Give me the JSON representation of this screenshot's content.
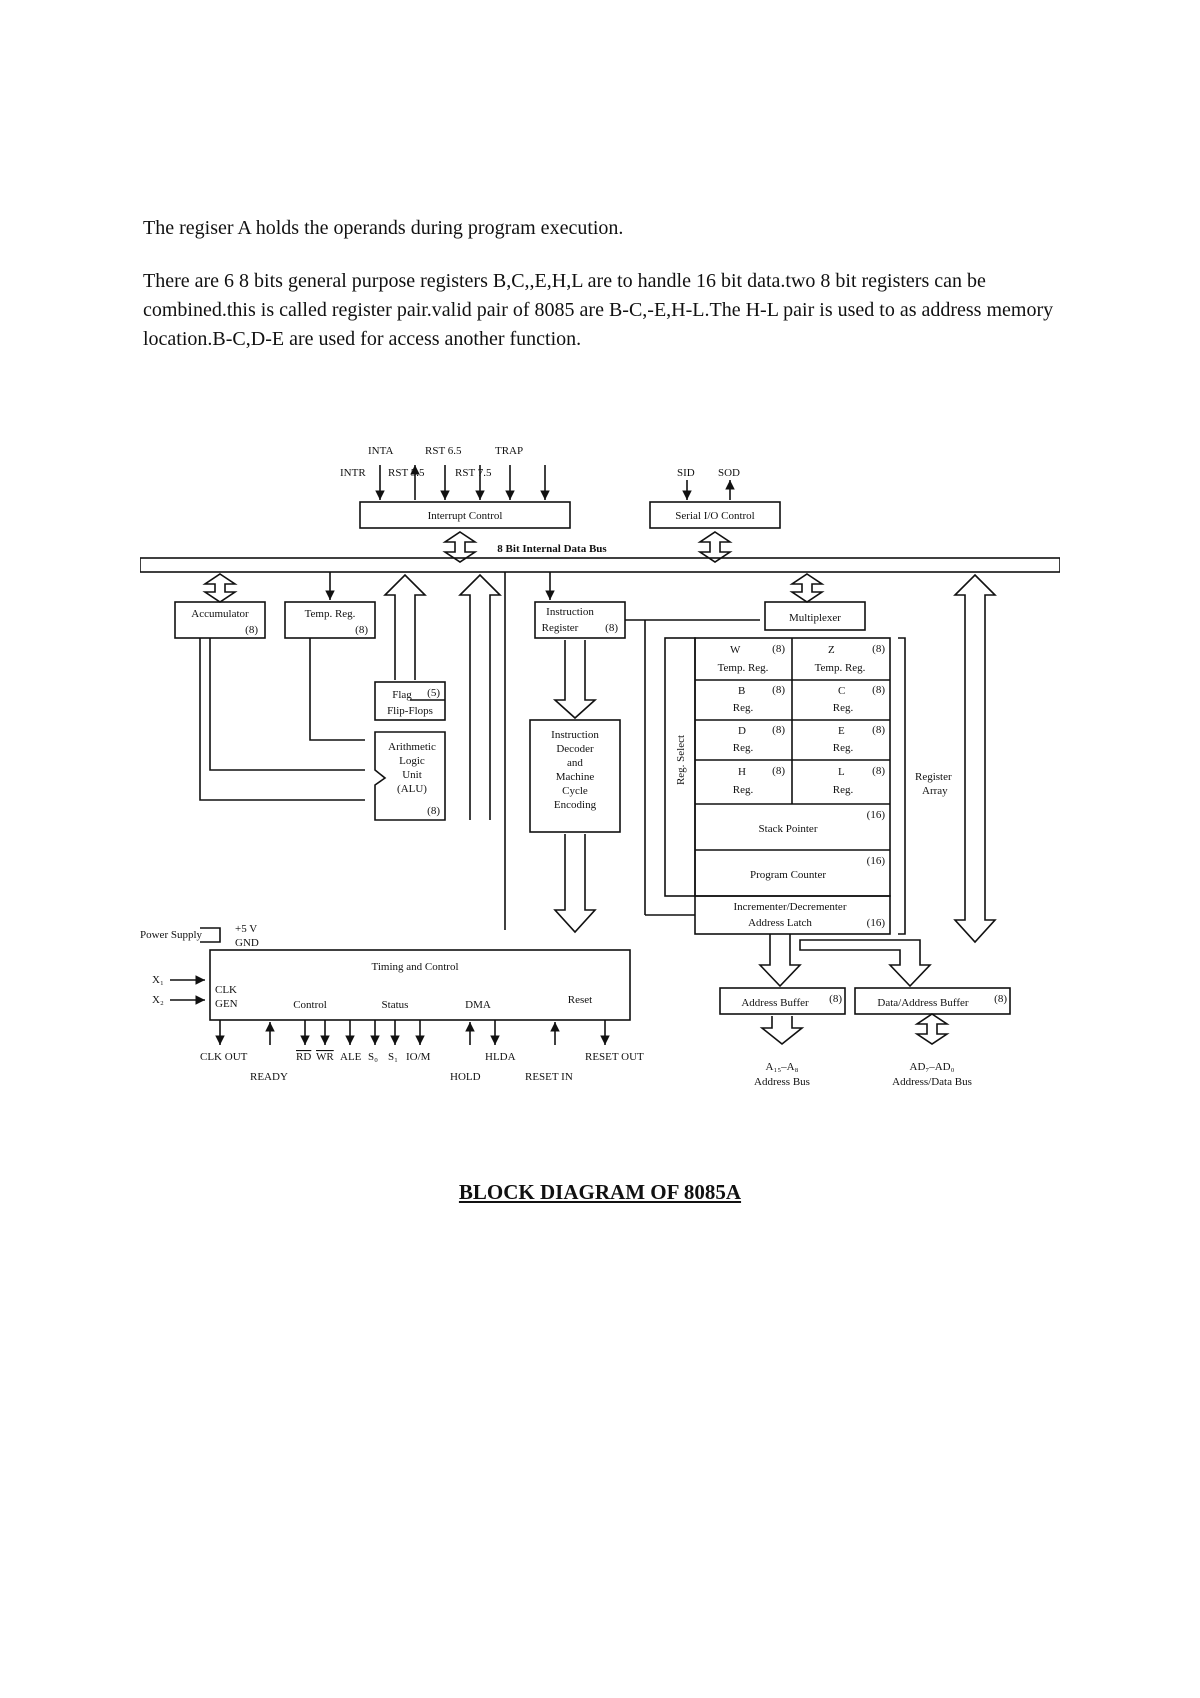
{
  "text": {
    "p1": "The regiser A holds the operands during program execution.",
    "p2": "There are 6 8 bits general purpose registers B,C,,E,H,L are to handle 16 bit data.two 8 bit registers can be combined.this is called register pair.valid pair of 8085 are B-C,-E,H-L.The H-L pair is used to as address memory location.B-C,D-E are used for access another function.",
    "caption": "BLOCK DIAGRAM OF 8085A"
  },
  "diagram": {
    "interrupt_inputs": [
      "INTA",
      "RST 6.5",
      "TRAP",
      "INTR",
      "RST 5.5",
      "RST 7.5"
    ],
    "serial_inputs": [
      "SID",
      "SOD"
    ],
    "interrupt_control": "Interrupt Control",
    "serial_control": "Serial I/O Control",
    "bus_label": "8 Bit Internal Data Bus",
    "accumulator": "Accumulator",
    "accumulator_bits": "(8)",
    "temp_reg": "Temp. Reg.",
    "temp_reg_bits": "(8)",
    "instruction_register_1": "Instruction",
    "instruction_register_2": "Register",
    "instruction_register_bits": "(8)",
    "multiplexer": "Multiplexer",
    "flag_1": "Flag",
    "flag_2": "Flip-Flops",
    "flag_bits": "(5)",
    "alu_1": "Arithmetic",
    "alu_2": "Logic",
    "alu_3": "Unit",
    "alu_4": "(ALU)",
    "alu_bits": "(8)",
    "decoder_1": "Instruction",
    "decoder_2": "Decoder",
    "decoder_3": "and",
    "decoder_4": "Machine",
    "decoder_5": "Cycle",
    "decoder_6": "Encoding",
    "reg_select": "Reg. Select",
    "regs": [
      {
        "name": "W",
        "label": "Temp. Reg.",
        "bits": "(8)"
      },
      {
        "name": "Z",
        "label": "Temp. Reg.",
        "bits": "(8)"
      },
      {
        "name": "B",
        "label": "Reg.",
        "bits": "(8)"
      },
      {
        "name": "C",
        "label": "Reg.",
        "bits": "(8)"
      },
      {
        "name": "D",
        "label": "Reg.",
        "bits": "(8)"
      },
      {
        "name": "E",
        "label": "Reg.",
        "bits": "(8)"
      },
      {
        "name": "H",
        "label": "Reg.",
        "bits": "(8)"
      },
      {
        "name": "L",
        "label": "Reg.",
        "bits": "(8)"
      }
    ],
    "stack_pointer": "Stack Pointer",
    "stack_pointer_bits": "(16)",
    "program_counter": "Program Counter",
    "program_counter_bits": "(16)",
    "inc_dec_1": "Incrementer/Decrementer",
    "inc_dec_2": "Address Latch",
    "inc_dec_bits": "(16)",
    "register_array_1": "Register",
    "register_array_2": "Array",
    "power_supply": "Power Supply",
    "plus5v": "+5 V",
    "gnd": "GND",
    "x1": "X₁",
    "x2": "X₂",
    "timing_control": "Timing and Control",
    "clk_gen_1": "CLK",
    "clk_gen_2": "GEN",
    "control": "Control",
    "status": "Status",
    "dma": "DMA",
    "reset": "Reset",
    "clk_out": "CLK OUT",
    "ready": "READY",
    "rd": "RD",
    "wr": "WR",
    "ale": "ALE",
    "s0": "S₀",
    "s1": "S₁",
    "iom": "IO/M",
    "hlda": "HLDA",
    "hold": "HOLD",
    "reset_in": "RESET IN",
    "reset_out": "RESET OUT",
    "address_buffer": "Address Buffer",
    "address_buffer_bits": "(8)",
    "data_address_buffer": "Data/Address Buffer",
    "data_address_buffer_bits": "(8)",
    "addr_bus_1": "A₁₅–A₈",
    "addr_bus_2": "Address Bus",
    "data_bus_1": "AD₇–AD₀",
    "data_bus_2": "Address/Data Bus"
  }
}
